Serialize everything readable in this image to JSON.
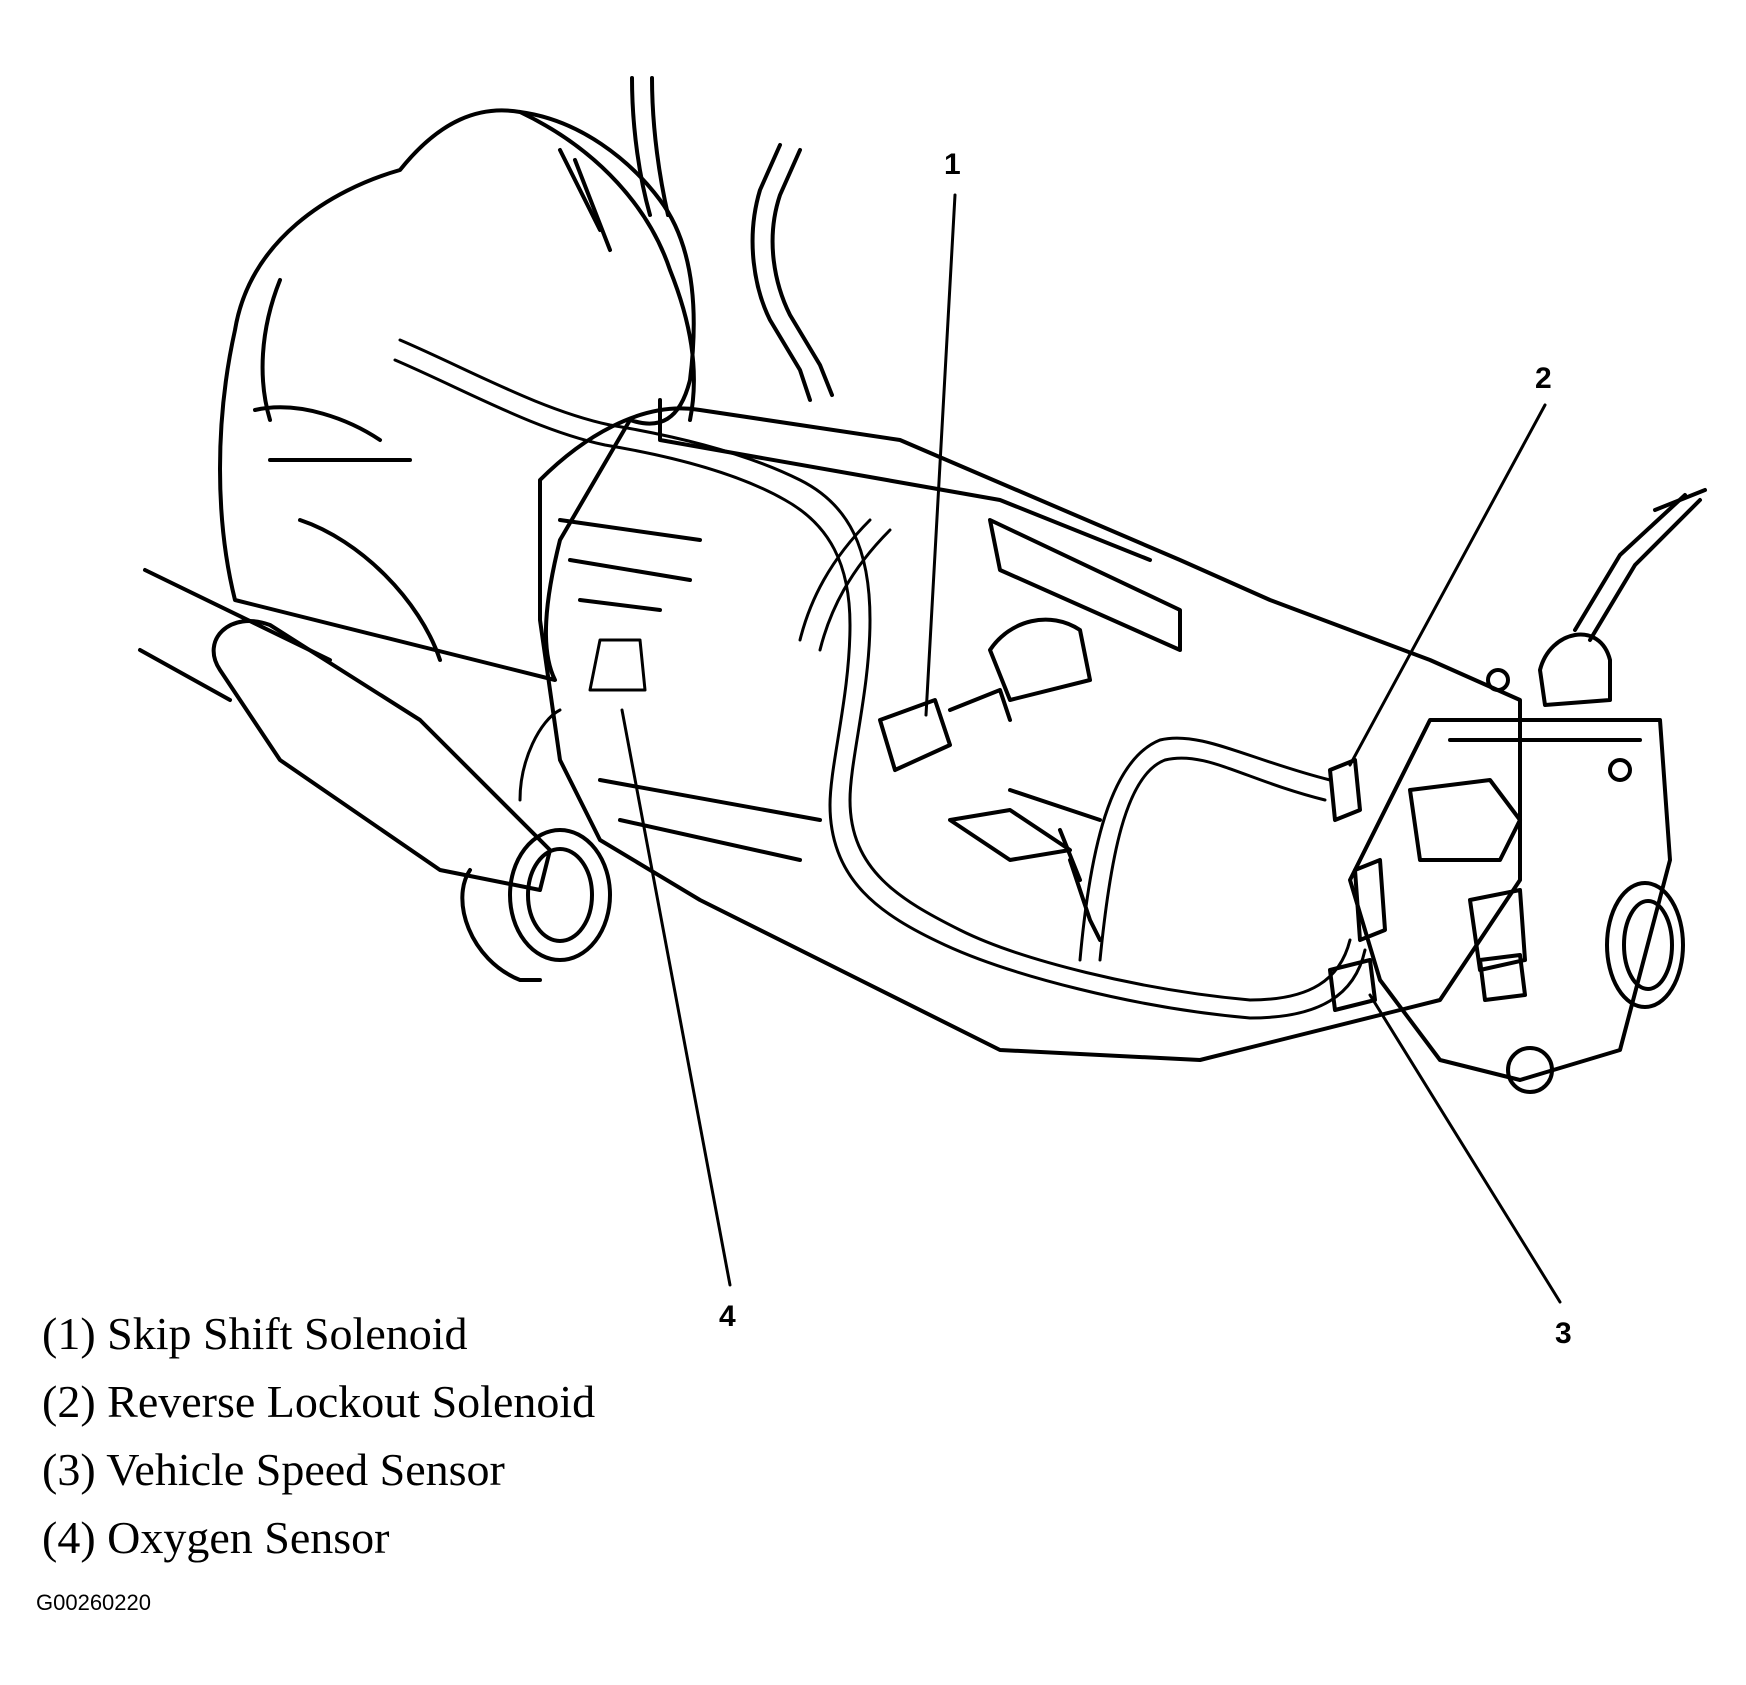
{
  "callouts": [
    "1",
    "2",
    "3",
    "4"
  ],
  "legend": [
    "(1) Skip Shift Solenoid",
    "(2) Reverse Lockout Solenoid",
    "(3) Vehicle Speed Sensor",
    "(4) Oxygen Sensor"
  ],
  "figure_id": "G00260220"
}
